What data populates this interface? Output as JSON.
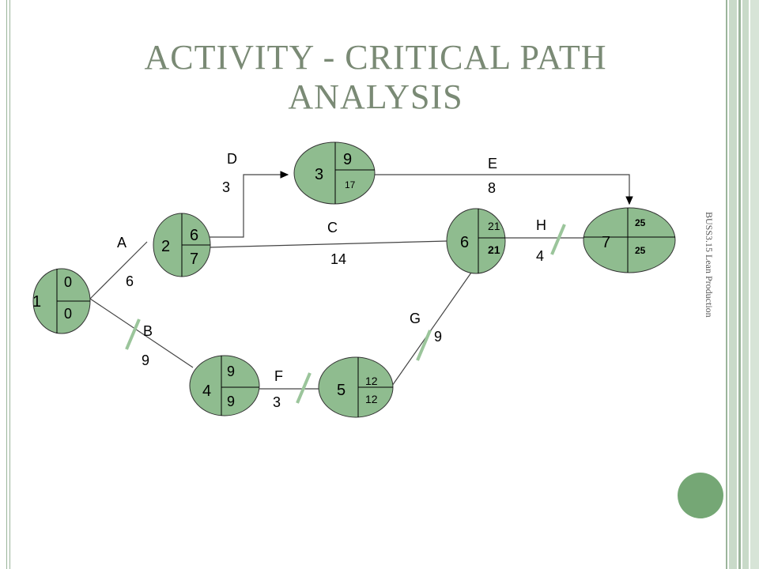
{
  "title": "ACTIVITY - CRITICAL PATH ANALYSIS",
  "side_caption": "BUSS3.15 Lean Production",
  "colors": {
    "node_fill": "#8fbc8f",
    "slash": "#9bc59b",
    "title": "#7a8a75"
  },
  "nodes": [
    {
      "id": "1",
      "top": "0",
      "bottom": "0"
    },
    {
      "id": "2",
      "top": "6",
      "bottom": "7"
    },
    {
      "id": "3",
      "top": "9",
      "bottom": "17"
    },
    {
      "id": "4",
      "top": "9",
      "bottom": "9"
    },
    {
      "id": "5",
      "top": "12",
      "bottom": "12"
    },
    {
      "id": "6",
      "top": "21",
      "bottom": "21"
    },
    {
      "id": "7",
      "top": "25",
      "bottom": "25"
    }
  ],
  "activities": [
    {
      "name": "A",
      "duration": "6",
      "critical": false
    },
    {
      "name": "B",
      "duration": "9",
      "critical": true
    },
    {
      "name": "C",
      "duration": "14",
      "critical": false
    },
    {
      "name": "D",
      "duration": "3",
      "critical": false
    },
    {
      "name": "E",
      "duration": "8",
      "critical": false
    },
    {
      "name": "F",
      "duration": "3",
      "critical": true
    },
    {
      "name": "G",
      "duration": "9",
      "critical": true
    },
    {
      "name": "H",
      "duration": "4",
      "critical": true
    }
  ]
}
